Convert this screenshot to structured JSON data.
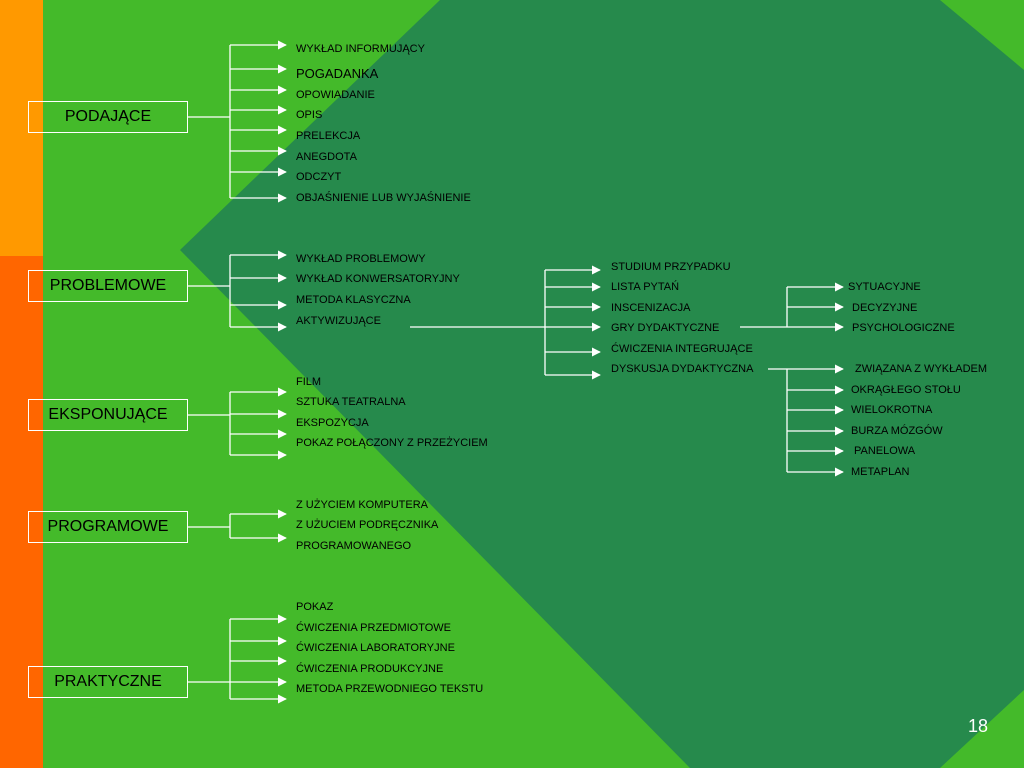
{
  "page_number": "18",
  "colors": {
    "background": "#44ba2a",
    "dark_green": "#268a4c",
    "orange_top": "#ff9900",
    "orange_bottom": "#ff6600",
    "connector": "#ffffff"
  },
  "categories": [
    {
      "name": "PODAJĄCE",
      "items": [
        "WYKŁAD INFORMUJĄCY",
        "POGADANKA",
        "OPOWIADANIE",
        "OPIS",
        "PRELEKCJA",
        "ANEGDOTA",
        "ODCZYT",
        "OBJAŚNIENIE LUB WYJAŚNIENIE"
      ]
    },
    {
      "name": "PROBLEMOWE",
      "items": [
        "WYKŁAD PROBLEMOWY",
        "WYKŁAD KONWERSATORYJNY",
        "METODA KLASYCZNA",
        "AKTYWIZUJĄCE"
      ]
    },
    {
      "name": "EKSPONUJĄCE",
      "items": [
        "FILM",
        "SZTUKA TEATRALNA",
        "EKSPOZYCJA",
        "POKAZ POŁĄCZONY Z PRZEŻYCIEM"
      ]
    },
    {
      "name": "PROGRAMOWE",
      "items": [
        "Z UŻYCIEM KOMPUTERA",
        "Z UŻUCIEM PODRĘCZNIKA",
        "PROGRAMOWANEGO"
      ]
    },
    {
      "name": "PRAKTYCZNE",
      "items": [
        "POKAZ",
        "ĆWICZENIA PRZEDMIOTOWE",
        "ĆWICZENIA LABORATORYJNE",
        "ĆWICZENIA PRODUKCYJNE",
        "METODA PRZEWODNIEGO TEKSTU"
      ]
    }
  ],
  "aktywizujace": [
    "STUDIUM PRZYPADKU",
    "LISTA PYTAŃ",
    "INSCENIZACJA",
    "GRY DYDAKTYCZNE",
    "ĆWICZENIA INTEGRUJĄCE",
    "DYSKUSJA DYDAKTYCZNA"
  ],
  "gry": [
    "SYTUACYJNE",
    "DECYZYJNE",
    "PSYCHOLOGICZNE"
  ],
  "dyskusja": [
    "ZWIĄZANA Z WYKŁADEM",
    "OKRĄGŁEGO STOŁU",
    "WIELOKROTNA",
    "BURZA MÓZGÓW",
    "PANELOWA",
    "METAPLAN"
  ]
}
